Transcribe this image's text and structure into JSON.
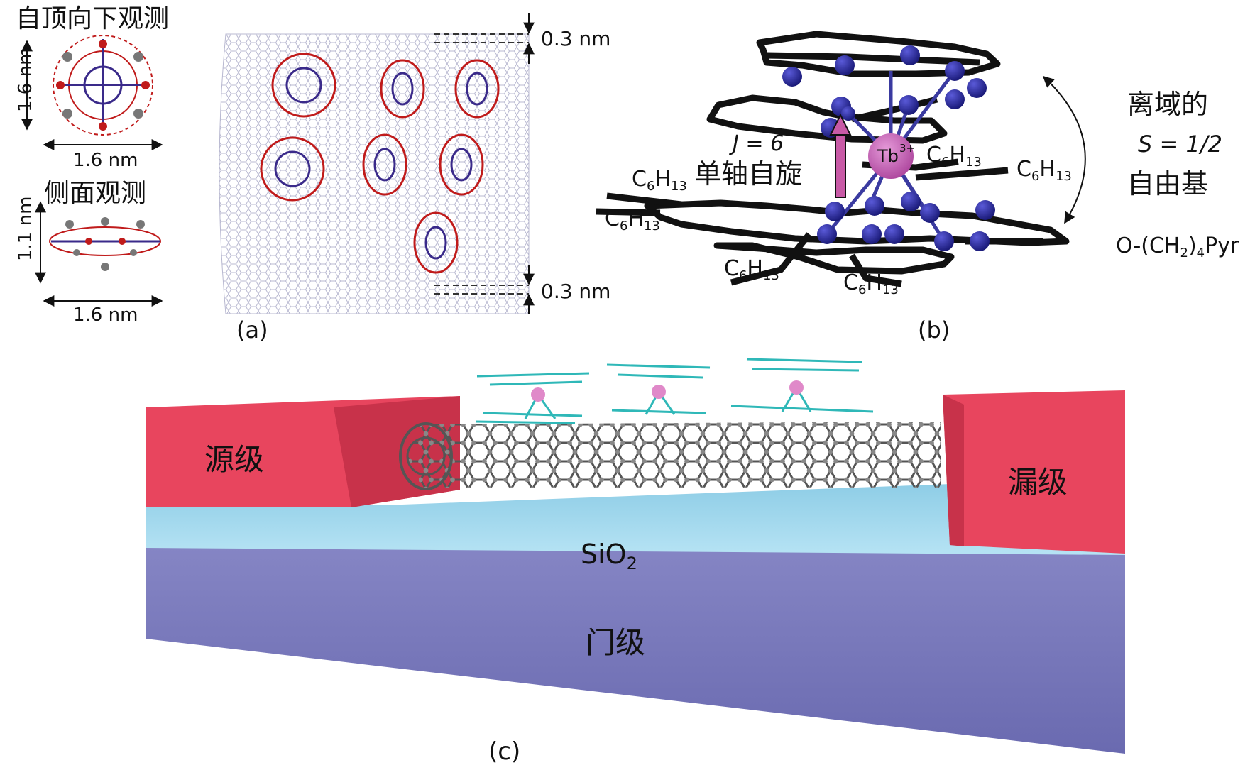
{
  "panel_a": {
    "top_view_title": "自顶向下观测",
    "side_view_title": "侧面观测",
    "top_height": "1.6 nm",
    "top_width": "1.6 nm",
    "side_height": "1.1 nm",
    "side_width": "1.6 nm",
    "gap_top": "0.3 nm",
    "gap_bottom": "0.3 nm",
    "caption": "(a)"
  },
  "panel_b": {
    "spin_j": "J = 6",
    "spin_label": "单轴自旋",
    "ion": "Tb",
    "ion_charge": "3+",
    "radical_line1": "离域的",
    "radical_s": "S = 1/2",
    "radical_line3": "自由基",
    "substituent": "C",
    "sub6": "6",
    "H": "H",
    "sub13": "13",
    "linker_prefix": "O-(CH",
    "linker_sub": "2",
    "linker_mid": ")",
    "linker_sub2": "4",
    "linker_suffix": "Pyr",
    "caption": "(b)"
  },
  "panel_c": {
    "source": "源级",
    "drain": "漏级",
    "oxide": "SiO",
    "oxide_sub": "2",
    "gate": "门级",
    "caption": "(c)"
  },
  "colors": {
    "electrode": "#e8455e",
    "electrode_side": "#c8324a",
    "oxide": "#9fd8ee",
    "gate": "#7575b8",
    "tb_ion": "#c050b0",
    "nitrogen": "#2a2a9a",
    "tube_line": "#b8b8d0"
  }
}
